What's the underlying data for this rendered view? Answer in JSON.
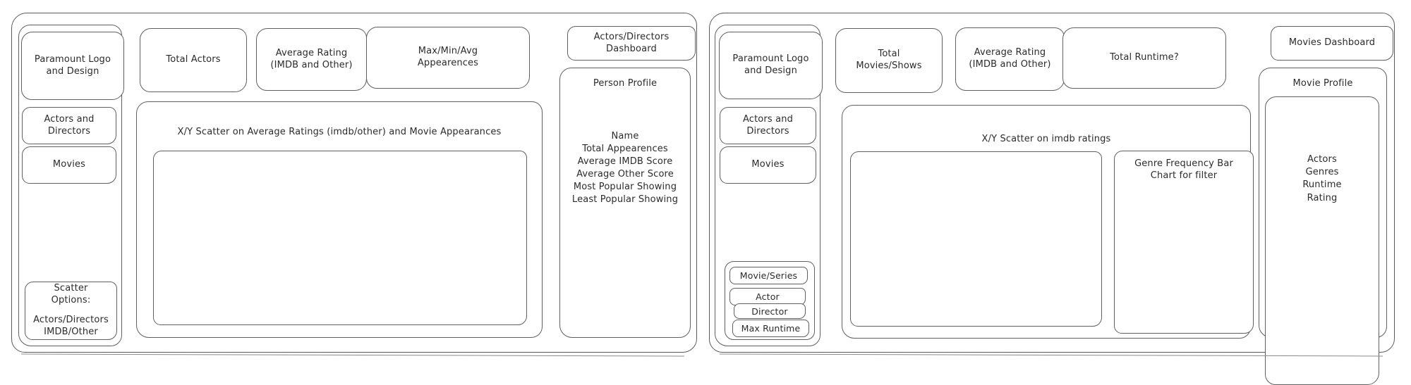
{
  "page": {
    "background": "#ffffff",
    "ink_color": "#5a5a5a",
    "text_color": "#2b2b2b"
  },
  "left_dashboard": {
    "title_box": "Actors/Directors Dashboard",
    "sidebar": {
      "logo_label": "Paramount Logo and Design",
      "items": [
        {
          "label": "Actors and Directors"
        },
        {
          "label": "Movies"
        }
      ],
      "scatter_options": {
        "heading": "Scatter Options:",
        "options": "Actors/Directors IMDB/Other"
      }
    },
    "stat_cards": [
      {
        "label": "Total Actors"
      },
      {
        "label": "Average Rating (IMDB and Other)"
      },
      {
        "label": "Max/Min/Avg Appearences"
      }
    ],
    "chart": {
      "title": "X/Y Scatter on Average Ratings (imdb/other) and Movie Appearances"
    },
    "profile": {
      "title": "Person Profile",
      "fields": [
        "Name",
        "Total Appearences",
        "Average IMDB Score",
        "Average Other Score",
        "Most Popular Showing",
        "Least Popular Showing"
      ]
    }
  },
  "right_dashboard": {
    "title_box": "Movies Dashboard",
    "sidebar": {
      "logo_label": "Paramount Logo and Design",
      "items": [
        {
          "label": "Actors and Directors"
        },
        {
          "label": "Movies"
        }
      ],
      "filters": [
        {
          "label": "Movie/Series"
        },
        {
          "label": "Actor"
        },
        {
          "label": "Director"
        },
        {
          "label": "Max Runtime"
        }
      ]
    },
    "stat_cards": [
      {
        "label": "Total Movies/Shows"
      },
      {
        "label": "Average Rating (IMDB and Other)"
      },
      {
        "label": "Total Runtime?"
      }
    ],
    "chart": {
      "title": "X/Y Scatter on imdb ratings"
    },
    "genre_chart": {
      "title": "Genre Frequency Bar Chart for filter"
    },
    "profile": {
      "title": "Movie Profile",
      "fields": [
        "Actors",
        "Genres",
        "Runtime",
        "Rating"
      ]
    }
  }
}
